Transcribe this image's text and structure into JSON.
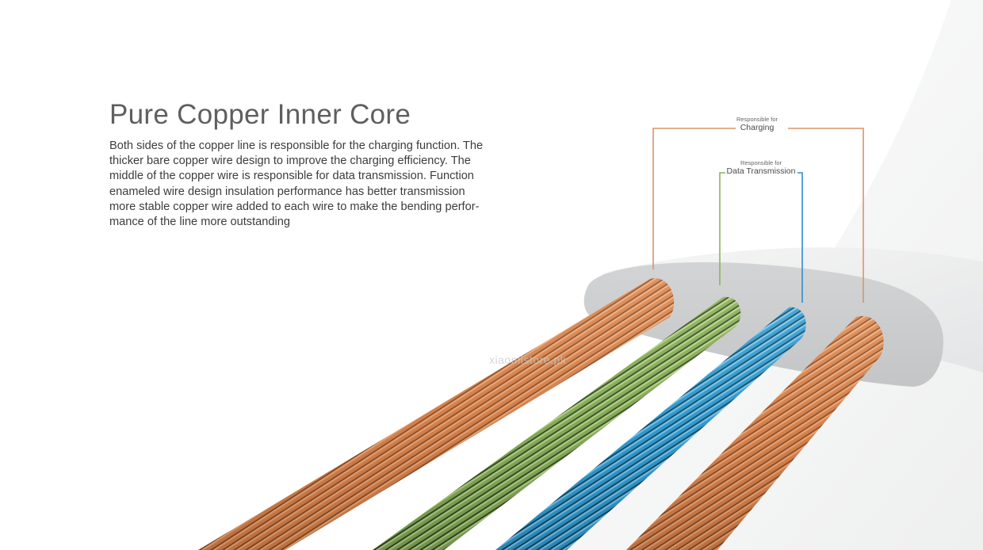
{
  "headline": "Pure Copper Inner Core",
  "body_lines": [
    "Both sides of the copper line is responsible for the charging function. The",
    "thicker bare copper wire design to improve the charging efficiency. The",
    "middle of the copper wire is responsible for data transmission. Function",
    "enameled wire design insulation performance has better transmission",
    "more stable copper wire added to each wire to make the bending perfor-",
    "mance of the line more outstanding"
  ],
  "callouts": {
    "charging": {
      "small": "Responsible for",
      "big": "Charging",
      "color": "#d9956a"
    },
    "data": {
      "small": "Responsible for",
      "big": "Data Transmission",
      "green": "#8bb35a",
      "blue": "#2a8fd0"
    }
  },
  "wire_colors": {
    "copper": "#d07a45",
    "green": "#7fa552",
    "blue": "#2f95c8"
  },
  "watermark": "xiaomistore.pk"
}
